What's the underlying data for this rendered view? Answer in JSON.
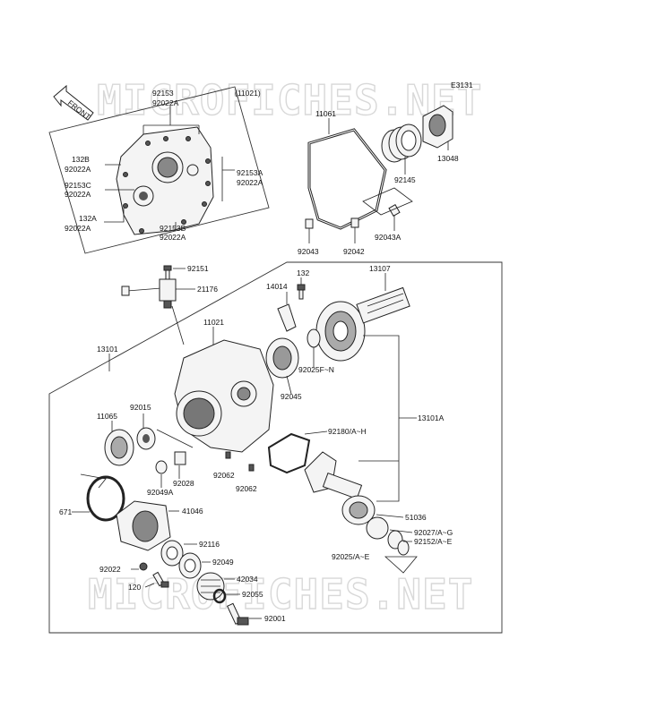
{
  "diagram_code": "E3131",
  "watermark": "MICROFICHES.NET",
  "front_label": "FRONT",
  "labels": {
    "p92153": "92153",
    "p11021_ref": "(11021)",
    "p92022A_top": "92022A",
    "p132B": "132B",
    "p92022A_b": "92022A",
    "p92153C": "92153C",
    "p92022A_c": "92022A",
    "p132A": "132A",
    "p92022A_d": "92022A",
    "p92153A": "92153A",
    "p92022A_e": "92022A",
    "p92153B": "92153B",
    "p92022A_f": "92022A",
    "p11061": "11061",
    "p13048": "13048",
    "p92145": "92145",
    "p92043A": "92043A",
    "p92043": "92043",
    "p92042": "92042",
    "p92151": "92151",
    "p21176": "21176",
    "p14014": "14014",
    "p132": "132",
    "p13107": "13107",
    "p11021": "11021",
    "p13101": "13101",
    "p92025FN": "92025F~N",
    "p92045": "92045",
    "p11065": "11065",
    "p92015": "92015",
    "p13101A": "13101A",
    "p92180": "92180/A~H",
    "p92028": "92028",
    "p92062a": "92062",
    "p92062b": "92062",
    "p92049A": "92049A",
    "p671": "671",
    "p41046": "41046",
    "p51036": "51036",
    "p92027": "92027/A~G",
    "p92152": "92152/A~E",
    "p92116": "92116",
    "p92025AE": "92025/A~E",
    "p92049": "92049",
    "p92022": "92022",
    "p42034": "42034",
    "p120": "120",
    "p92055": "92055",
    "p92001": "92001"
  }
}
